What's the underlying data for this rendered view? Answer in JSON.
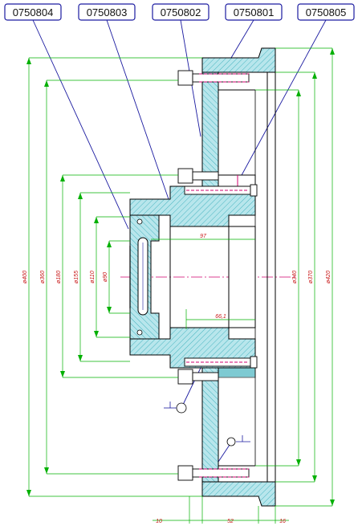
{
  "drawing": {
    "callouts": [
      {
        "id": "c1",
        "label": "0750804"
      },
      {
        "id": "c2",
        "label": "0750803"
      },
      {
        "id": "c3",
        "label": "0750802"
      },
      {
        "id": "c4",
        "label": "0750801"
      },
      {
        "id": "c5",
        "label": "0750805"
      }
    ],
    "dimensions": {
      "d400": "ø400",
      "d360": "ø360",
      "d180": "ø180",
      "d155": "ø155",
      "d110": "ø110",
      "d90": "ø90",
      "d340": "ø340",
      "d370": "ø370",
      "d420": "ø420",
      "h97": "97",
      "h66": "66,1",
      "b10": "10",
      "b52": "52",
      "b16": "16"
    },
    "colors": {
      "section_fill": "#b8e6ec",
      "hatch": "#2aa7b5",
      "outline": "#000000",
      "dimension": "#00b000",
      "leader": "#1a1aa0",
      "dim_text": "#c81818",
      "centerline": "#d0006f"
    }
  }
}
